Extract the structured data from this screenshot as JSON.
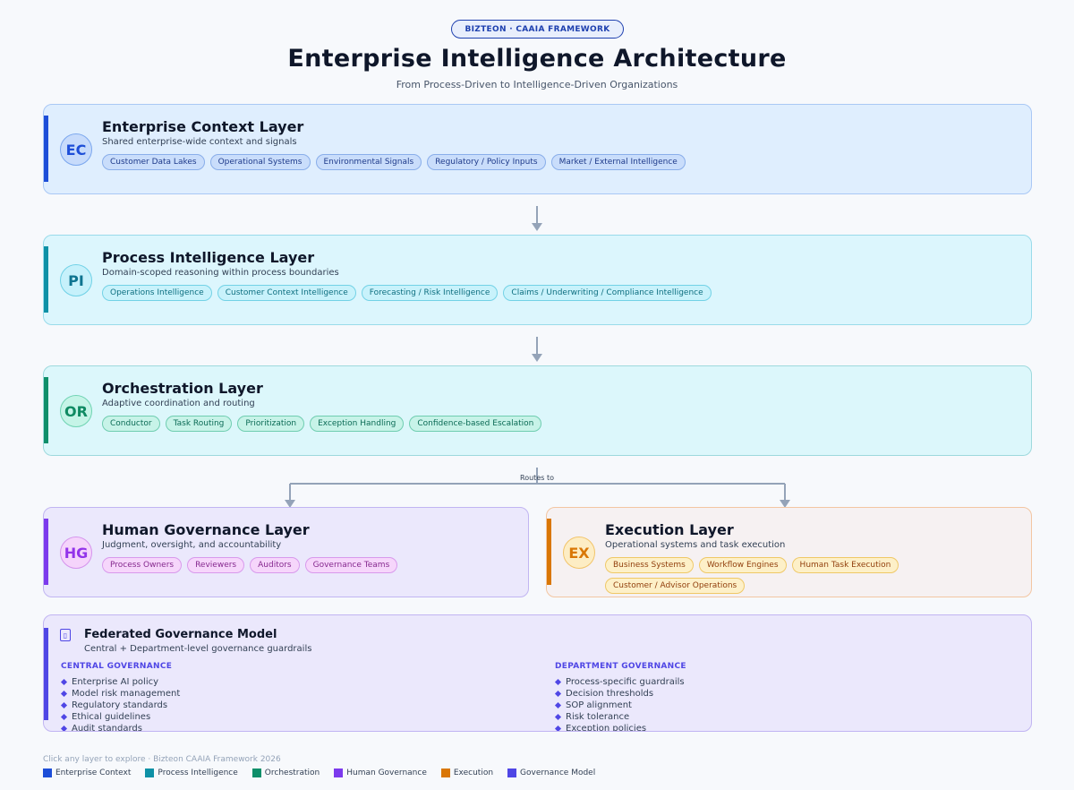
{
  "badge": "BIZTEON  ·  CAAIA FRAMEWORK",
  "title": "Enterprise Intelligence Architecture",
  "subtitle": "From Process-Driven to Intelligence-Driven Organizations",
  "layers": {
    "ec": {
      "abbr": "EC",
      "name": "Enterprise Context Layer",
      "desc": "Shared enterprise-wide context and signals",
      "chips": [
        "Customer Data Lakes",
        "Operational Systems",
        "Environmental Signals",
        "Regulatory / Policy Inputs",
        "Market / External Intelligence"
      ]
    },
    "pi": {
      "abbr": "PI",
      "name": "Process Intelligence Layer",
      "desc": "Domain-scoped reasoning within process boundaries",
      "chips": [
        "Operations Intelligence",
        "Customer Context Intelligence",
        "Forecasting / Risk Intelligence",
        "Claims / Underwriting / Compliance Intelligence"
      ]
    },
    "or": {
      "abbr": "OR",
      "name": "Orchestration Layer",
      "desc": "Adaptive coordination and routing",
      "chips": [
        "Conductor",
        "Task Routing",
        "Prioritization",
        "Exception Handling",
        "Confidence-based Escalation"
      ]
    },
    "hg": {
      "abbr": "HG",
      "name": "Human Governance Layer",
      "desc": "Judgment, oversight, and accountability",
      "chips": [
        "Process Owners",
        "Reviewers",
        "Auditors",
        "Governance Teams"
      ]
    },
    "ex": {
      "abbr": "EX",
      "name": "Execution Layer",
      "desc": "Operational systems and task execution",
      "chips": [
        "Business Systems",
        "Workflow Engines",
        "Human Task Execution",
        "Customer / Advisor Operations"
      ]
    }
  },
  "routes_label": "Routes to",
  "governance": {
    "icon": "shield-icon",
    "title": "Federated Governance Model",
    "desc": "Central + Department-level governance guardrails",
    "central": {
      "heading": "CENTRAL GOVERNANCE",
      "items": [
        "Enterprise AI policy",
        "Model risk management",
        "Regulatory standards",
        "Ethical guidelines",
        "Audit standards"
      ]
    },
    "department": {
      "heading": "DEPARTMENT GOVERNANCE",
      "items": [
        "Process-specific guardrails",
        "Decision thresholds",
        "SOP alignment",
        "Risk tolerance",
        "Exception policies"
      ]
    }
  },
  "footer": {
    "note": "Click any layer to explore  ·  Bizteon CAAIA Framework 2026"
  },
  "legend": [
    {
      "label": "Enterprise Context",
      "color": "#1d4ed8"
    },
    {
      "label": "Process Intelligence",
      "color": "#0e91a6"
    },
    {
      "label": "Orchestration",
      "color": "#0f8f6a"
    },
    {
      "label": "Human Governance",
      "color": "#7c3aed"
    },
    {
      "label": "Execution",
      "color": "#d97706"
    },
    {
      "label": "Governance Model",
      "color": "#4f46e5"
    }
  ]
}
